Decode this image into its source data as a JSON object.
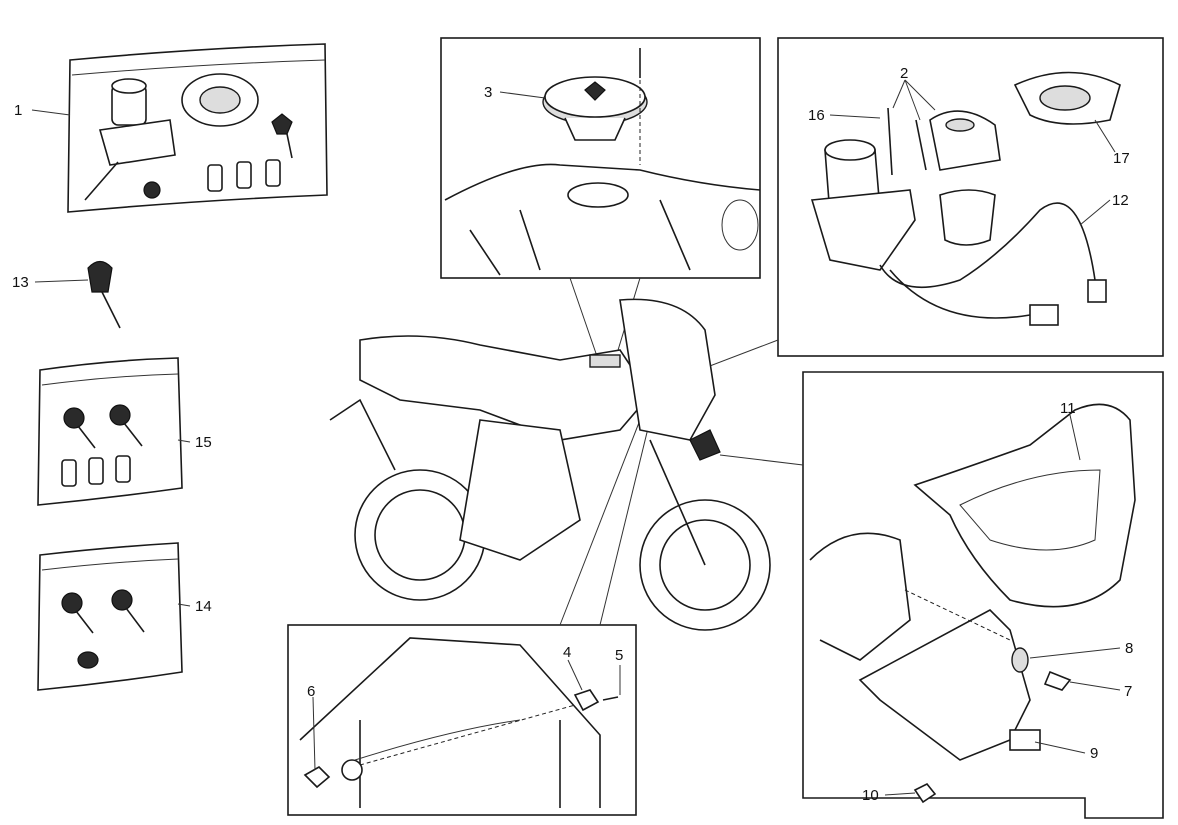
{
  "diagram": {
    "type": "exploded-parts-diagram",
    "callouts": {
      "c1": "1",
      "c2": "2",
      "c3": "3",
      "c4": "4",
      "c5": "5",
      "c6": "6",
      "c7": "7",
      "c8": "8",
      "c9": "9",
      "c10": "10",
      "c11": "11",
      "c12": "12",
      "c13": "13",
      "c14": "14",
      "c15": "15",
      "c16": "16",
      "c17": "17"
    }
  }
}
